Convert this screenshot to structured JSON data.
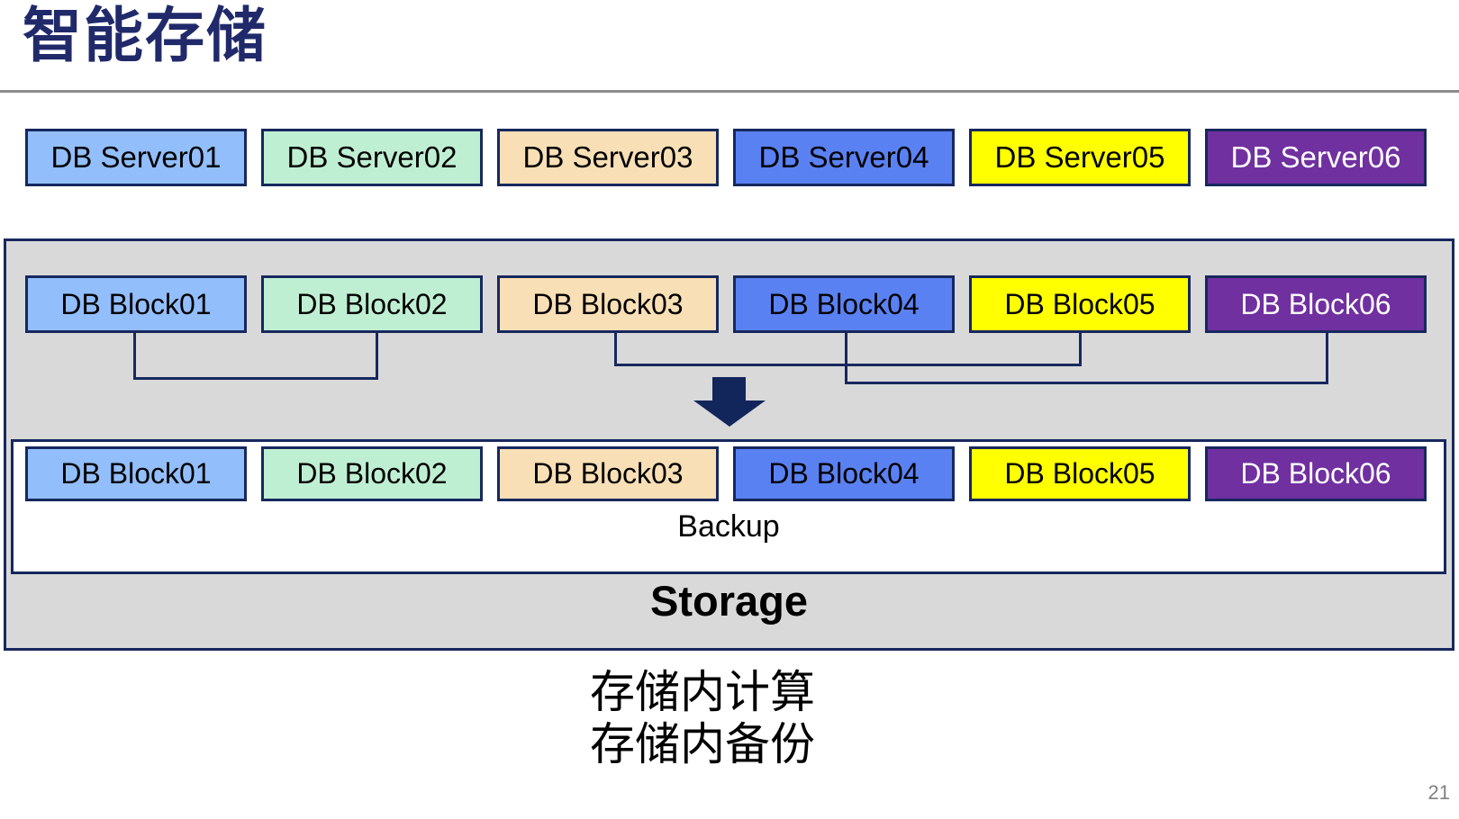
{
  "slide": {
    "title": "智能存储",
    "page_number": "21"
  },
  "colors": {
    "title": "#202a6a",
    "border": "#17285e",
    "connector": "#17285e",
    "arrow": "#12265c",
    "divider": "#8c8c8c",
    "container_fill": "#d9d9d9",
    "backup_fill": "#ffffff",
    "page_number": "#808080"
  },
  "servers": [
    {
      "label": "DB Server01",
      "fill": "#92befb",
      "text_color": "#000000"
    },
    {
      "label": "DB Server02",
      "fill": "#bfefd2",
      "text_color": "#000000"
    },
    {
      "label": "DB Server03",
      "fill": "#f9dfb5",
      "text_color": "#000000"
    },
    {
      "label": "DB Server04",
      "fill": "#5a81f2",
      "text_color": "#000000"
    },
    {
      "label": "DB Server05",
      "fill": "#ffff00",
      "text_color": "#000000"
    },
    {
      "label": "DB Server06",
      "fill": "#7030a0",
      "text_color": "#ffffff"
    }
  ],
  "storage_unit": {
    "blocks_top": [
      {
        "label": "DB Block01",
        "fill": "#92befb",
        "text_color": "#000000"
      },
      {
        "label": "DB Block02",
        "fill": "#bfefd2",
        "text_color": "#000000"
      },
      {
        "label": "DB Block03",
        "fill": "#f9dfb5",
        "text_color": "#000000"
      },
      {
        "label": "DB Block04",
        "fill": "#5a81f2",
        "text_color": "#000000"
      },
      {
        "label": "DB Block05",
        "fill": "#ffff00",
        "text_color": "#000000"
      },
      {
        "label": "DB Block06",
        "fill": "#7030a0",
        "text_color": "#ffffff"
      }
    ],
    "blocks_bottom": [
      {
        "label": "DB Block01",
        "fill": "#92befb",
        "text_color": "#000000"
      },
      {
        "label": "DB Block02",
        "fill": "#bfefd2",
        "text_color": "#000000"
      },
      {
        "label": "DB Block03",
        "fill": "#f9dfb5",
        "text_color": "#000000"
      },
      {
        "label": "DB Block04",
        "fill": "#5a81f2",
        "text_color": "#000000"
      },
      {
        "label": "DB Block05",
        "fill": "#ffff00",
        "text_color": "#000000"
      },
      {
        "label": "DB Block06",
        "fill": "#7030a0",
        "text_color": "#ffffff"
      }
    ],
    "backup_label": "Backup",
    "storage_label": "Storage"
  },
  "caption": {
    "line1": "存储内计算",
    "line2": "存储内备份"
  }
}
